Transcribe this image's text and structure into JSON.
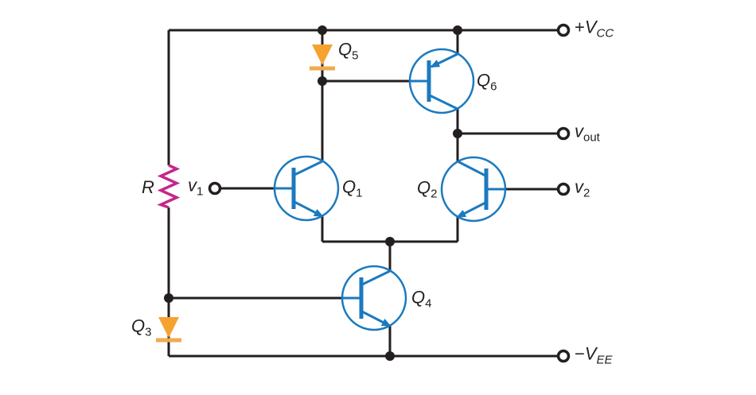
{
  "diagram": {
    "type": "circuit-schematic",
    "colors": {
      "wire": "#231f20",
      "text": "#231f20",
      "transistor": "#1b7abf",
      "diode": "#f6a22f",
      "diode_bar": "#f0aa4e",
      "resistor": "#c4278c",
      "background": "#ffffff"
    }
  },
  "terminals": {
    "vcc": {
      "prefix": "+",
      "main": "V",
      "sub": "CC"
    },
    "vout": {
      "prefix": "",
      "main": "v",
      "sub": "out"
    },
    "v1": {
      "prefix": "",
      "main": "v",
      "sub": "1"
    },
    "v2": {
      "prefix": "",
      "main": "v",
      "sub": "2"
    },
    "vee": {
      "prefix": "−",
      "main": "V",
      "sub": "EE"
    }
  },
  "components": {
    "q1": {
      "label": "Q",
      "sub": "1",
      "type": "npn-transistor"
    },
    "q2": {
      "label": "Q",
      "sub": "2",
      "type": "npn-transistor"
    },
    "q3": {
      "label": "Q",
      "sub": "3",
      "type": "diode"
    },
    "q4": {
      "label": "Q",
      "sub": "4",
      "type": "npn-transistor"
    },
    "q5": {
      "label": "Q",
      "sub": "5",
      "type": "diode"
    },
    "q6": {
      "label": "Q",
      "sub": "6",
      "type": "pnp-transistor"
    },
    "r": {
      "label": "R",
      "type": "resistor"
    }
  }
}
